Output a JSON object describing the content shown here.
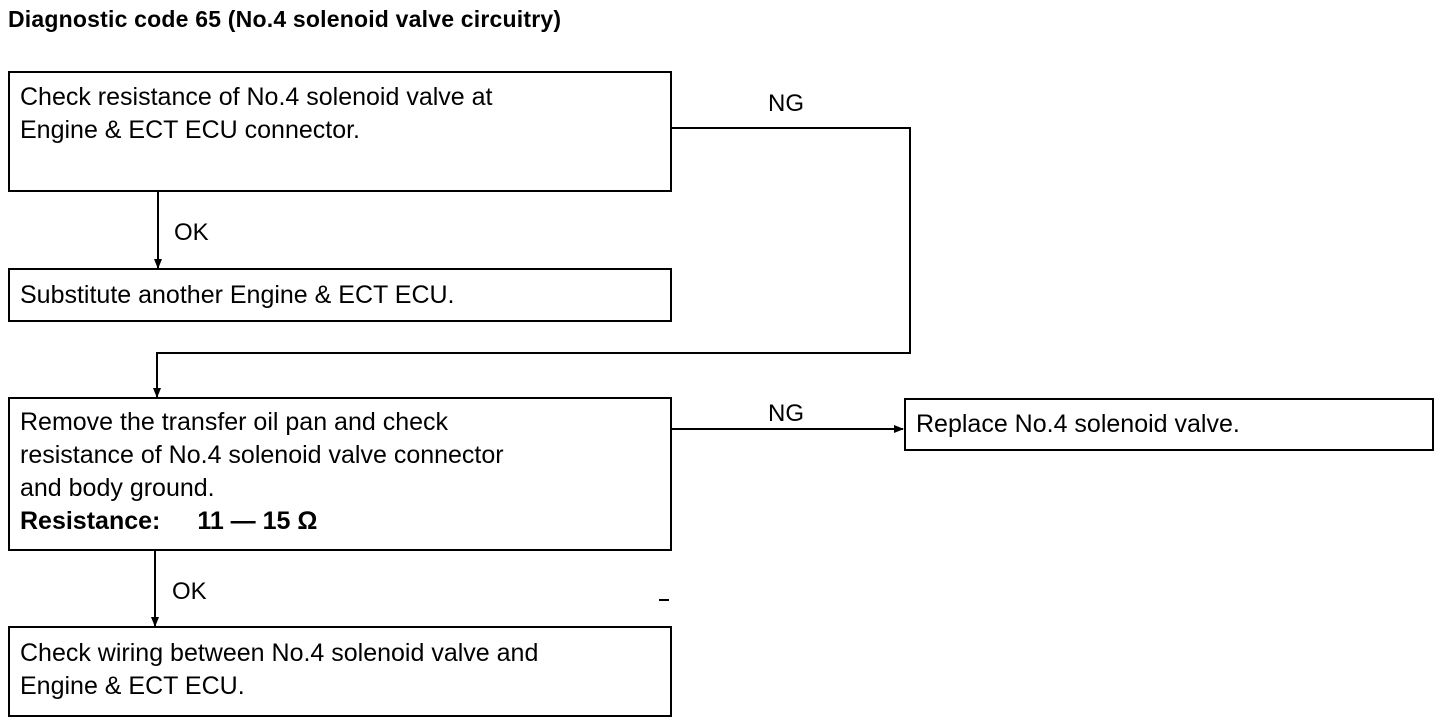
{
  "title": "Diagnostic code 65 (No.4 solenoid valve circuitry)",
  "boxes": {
    "check_resistance": {
      "lines": [
        "Check resistance of No.4 solenoid valve at",
        "Engine & ECT ECU connector."
      ]
    },
    "substitute_ecu": {
      "lines": [
        "Substitute another Engine & ECT ECU."
      ]
    },
    "remove_oil_pan": {
      "lines": [
        "Remove the transfer oil pan and check",
        "resistance of No.4 solenoid valve connector",
        "and body ground."
      ],
      "spec_label": "Resistance:",
      "spec_value": "11 — 15 Ω"
    },
    "replace_valve": {
      "lines": [
        "Replace No.4 solenoid valve."
      ]
    },
    "check_wiring": {
      "lines": [
        "Check wiring between No.4 solenoid valve and",
        "Engine & ECT ECU."
      ]
    }
  },
  "edge_labels": {
    "ng_1": "NG",
    "ok_1": "OK",
    "ng_2": "NG",
    "ok_2": "OK"
  }
}
